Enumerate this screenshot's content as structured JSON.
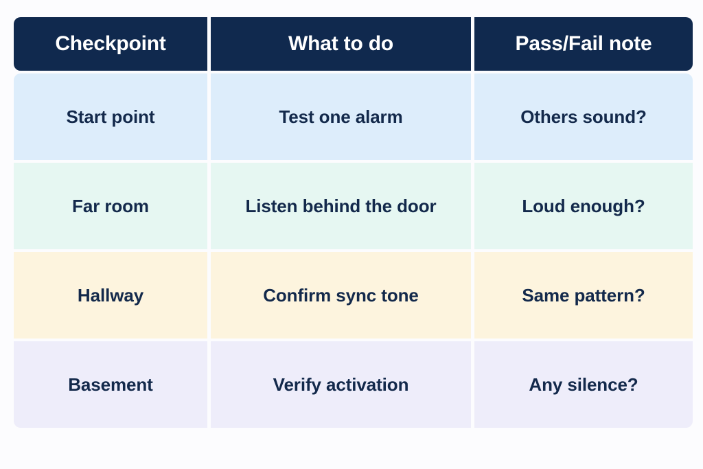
{
  "table": {
    "columns": [
      {
        "key": "checkpoint",
        "header": "Checkpoint"
      },
      {
        "key": "what_to_do",
        "header": "What to do"
      },
      {
        "key": "pass_fail_note",
        "header": "Pass/Fail note"
      }
    ],
    "rows": [
      {
        "checkpoint": "Start point",
        "what_to_do": "Test one alarm",
        "pass_fail_note": "Others sound?"
      },
      {
        "checkpoint": "Far room",
        "what_to_do": "Listen behind the door",
        "pass_fail_note": "Loud enough?"
      },
      {
        "checkpoint": "Hallway",
        "what_to_do": "Confirm sync tone",
        "pass_fail_note": "Same pattern?"
      },
      {
        "checkpoint": "Basement",
        "what_to_do": "Verify activation",
        "pass_fail_note": "Any silence?"
      }
    ]
  },
  "colors": {
    "page_background": "#fcfcfe",
    "header_background": "#10294e",
    "header_text": "#ffffff",
    "body_text": "#13294b",
    "row_1_background": "#ddedfb",
    "row_2_background": "#e6f7f2",
    "row_3_background": "#fdf4de",
    "row_4_background": "#eeedfa"
  }
}
